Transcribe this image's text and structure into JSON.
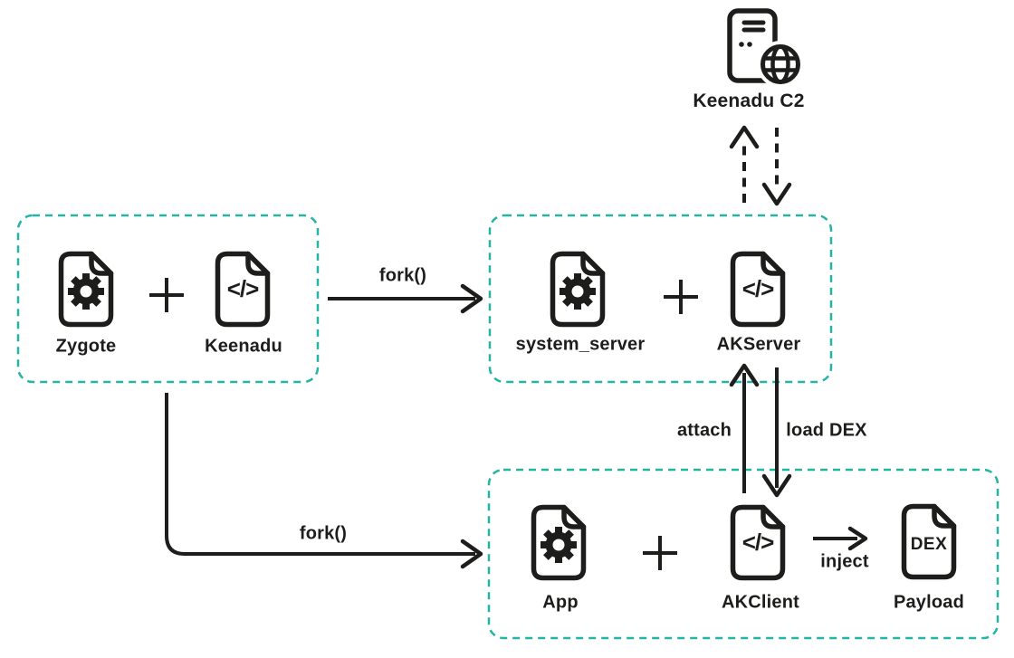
{
  "colors": {
    "ink": "#1d1d1b",
    "box_border": "#25b4a4",
    "background": "#ffffff"
  },
  "nodes": {
    "c2": {
      "label": "Keenadu C2",
      "icon": "server-globe-icon"
    },
    "zygote_box": {
      "items": [
        {
          "icon": "file-gear-icon",
          "label": "Zygote"
        },
        {
          "icon": "file-code-icon",
          "label": "Keenadu"
        }
      ]
    },
    "system_box": {
      "items": [
        {
          "icon": "file-gear-icon",
          "label": "system_server"
        },
        {
          "icon": "file-code-icon",
          "label": "AKServer"
        }
      ]
    },
    "app_box": {
      "items": [
        {
          "icon": "file-gear-icon",
          "label": "App"
        },
        {
          "icon": "file-code-icon",
          "label": "AKClient"
        },
        {
          "icon": "file-dex-icon",
          "label": "Payload"
        }
      ]
    }
  },
  "glyphs": {
    "plus": "+",
    "code": "</>",
    "dex": "DEX"
  },
  "edges": [
    {
      "id": "fork-zygote-to-system",
      "label": "fork()",
      "style": "solid"
    },
    {
      "id": "fork-zygote-to-app",
      "label": "fork()",
      "style": "solid"
    },
    {
      "id": "attach-app-to-system",
      "label": "attach",
      "style": "solid"
    },
    {
      "id": "load-dex-system-to-app",
      "label": "load DEX",
      "style": "solid"
    },
    {
      "id": "inject-akclient-to-payload",
      "label": "inject",
      "style": "solid"
    },
    {
      "id": "system-to-c2",
      "label": "",
      "style": "dashed"
    },
    {
      "id": "c2-to-system",
      "label": "",
      "style": "dashed"
    }
  ]
}
